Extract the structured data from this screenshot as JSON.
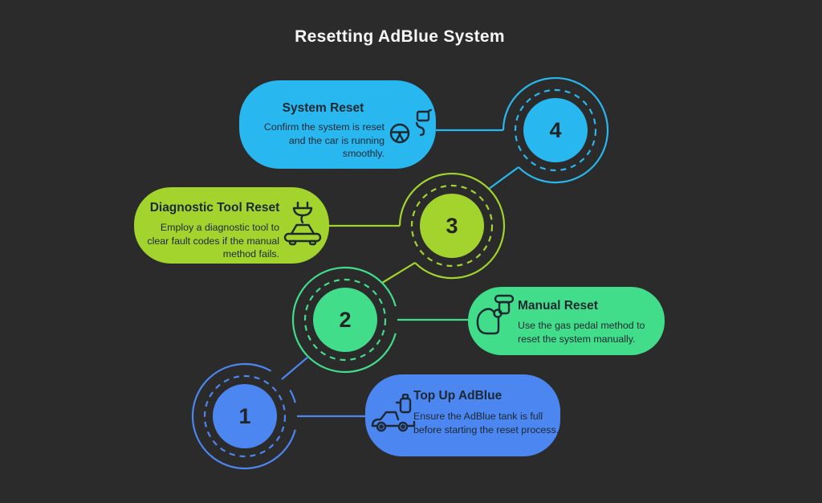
{
  "title": "Resetting AdBlue System",
  "background_color": "#2b2b2b",
  "title_color": "#f7f7f7",
  "card_text_color": "#1e2830",
  "number_text_color": "#242424",
  "steps": [
    {
      "number": "1",
      "title": "Top Up AdBlue",
      "description": "Ensure the AdBlue tank is full before starting the reset process.",
      "color": "#4c86f0",
      "icon": "car-adblue-bottle-icon"
    },
    {
      "number": "2",
      "title": "Manual Reset",
      "description": "Use the gas pedal method to reset the system manually.",
      "color": "#41dd8b",
      "icon": "hand-gas-pedal-icon"
    },
    {
      "number": "3",
      "title": "Diagnostic Tool Reset",
      "description": "Employ a diagnostic tool to clear fault codes if the manual method fails.",
      "color": "#a3d42e",
      "icon": "car-diagnostic-plug-icon"
    },
    {
      "number": "4",
      "title": "System Reset",
      "description": "Confirm the system is reset and the car is running smoothly.",
      "color": "#28b7ef",
      "icon": "steering-wheel-seat-icon"
    }
  ]
}
